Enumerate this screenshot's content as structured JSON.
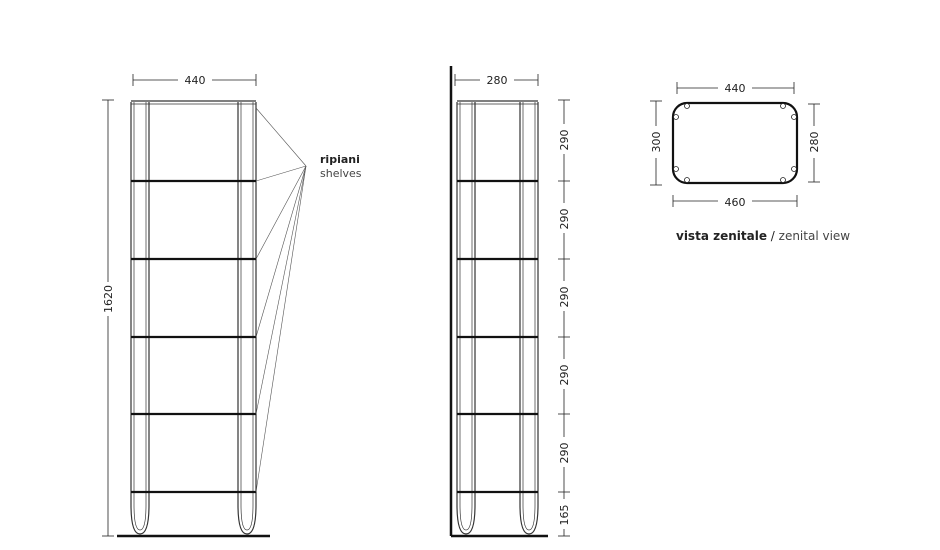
{
  "front_view": {
    "width_label": "440",
    "height_label": "1620",
    "callout": {
      "label_it": "ripiani",
      "label_en": "shelves"
    }
  },
  "side_view": {
    "width_label": "280",
    "shelf_spacings": [
      "290",
      "290",
      "290",
      "290",
      "290",
      "165"
    ]
  },
  "top_view": {
    "top_width_label": "440",
    "bottom_width_label": "460",
    "left_depth_label": "300",
    "right_depth_label": "280",
    "caption_it": "vista zenitale",
    "caption_sep": " / ",
    "caption_en": "zenital view"
  }
}
